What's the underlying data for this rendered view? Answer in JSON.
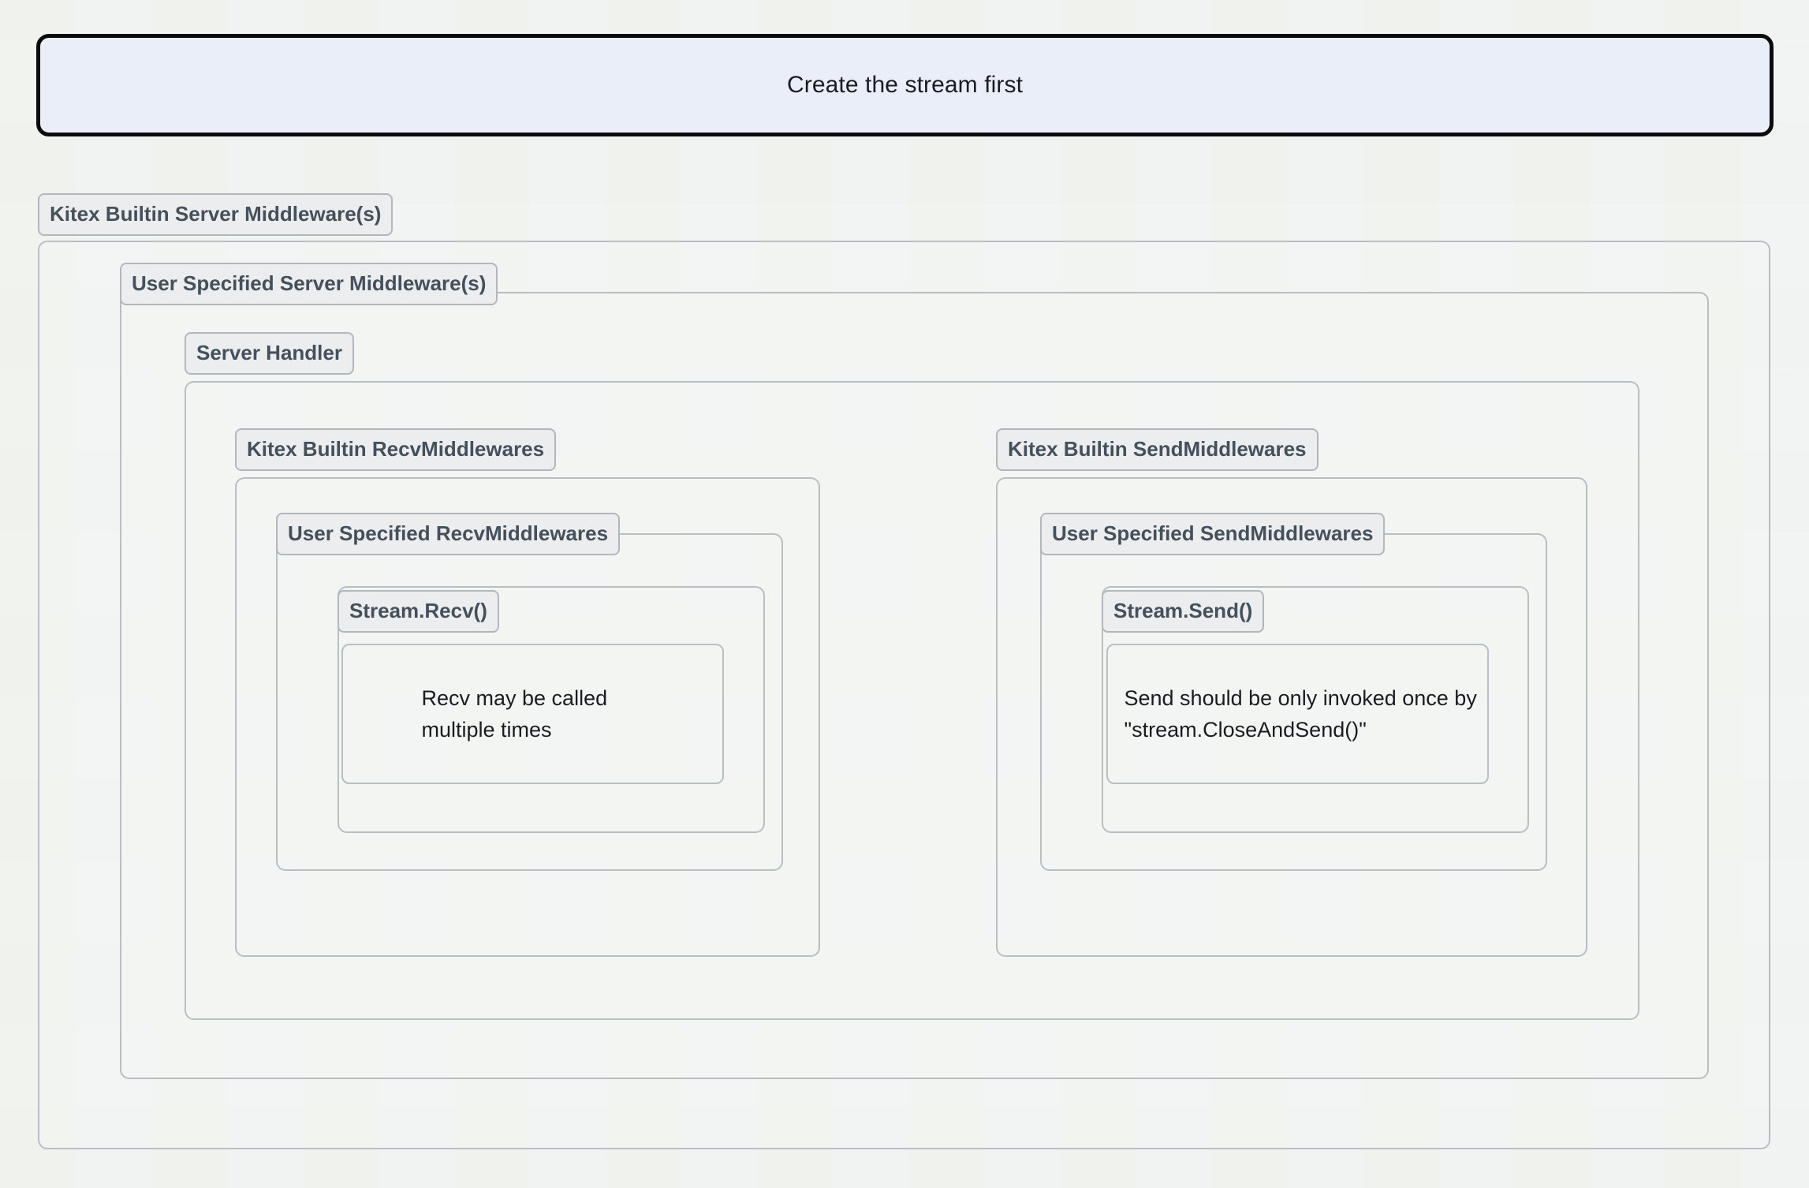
{
  "diagram": {
    "title_banner": {
      "label": "Create the stream first",
      "background_color": "#e9eef9",
      "border_color": "#0b0b0b"
    },
    "canvas_background": "#f2f4f1",
    "container_border_color": "#b6bfc4",
    "pill_background": "#ebedee",
    "pill_text_color": "#44505c",
    "containers": {
      "kitex_builtin_server_middleware": {
        "label": "Kitex Builtin Server Middleware(s)"
      },
      "user_specified_server_middleware": {
        "label": "User Specified Server Middleware(s)"
      },
      "server_handler": {
        "label": "Server Handler"
      },
      "kitex_builtin_recv_middlewares": {
        "label": "Kitex Builtin RecvMiddlewares"
      },
      "user_specified_recv_middlewares": {
        "label": "User Specified RecvMiddlewares"
      },
      "stream_recv": {
        "label": "Stream.Recv()"
      },
      "kitex_builtin_send_middlewares": {
        "label": "Kitex Builtin SendMiddlewares"
      },
      "user_specified_send_middlewares": {
        "label": "User Specified SendMiddlewares"
      },
      "stream_send": {
        "label": "Stream.Send()"
      }
    },
    "notes": {
      "recv_note": "Recv may be called multiple times",
      "send_note": "Send should be only invoked once by \"stream.CloseAndSend()\""
    }
  }
}
